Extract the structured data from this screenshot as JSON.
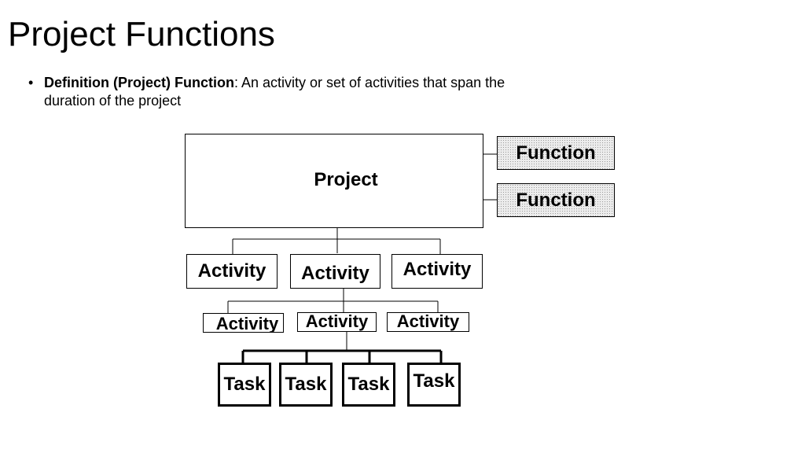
{
  "slide": {
    "title": "Project Functions",
    "bullet": {
      "marker": "•",
      "term": "Definition (Project) Function",
      "text": ": An activity or set of activities that span the duration of the project"
    }
  },
  "diagram": {
    "project_label": "Project",
    "functions": [
      "Function",
      "Function"
    ],
    "activities_level1": [
      "Activity",
      "Activity",
      "Activity"
    ],
    "activities_level2": [
      "Activity",
      "Activity",
      "Activity"
    ],
    "tasks": [
      "Task",
      "Task",
      "Task",
      "Task"
    ]
  }
}
